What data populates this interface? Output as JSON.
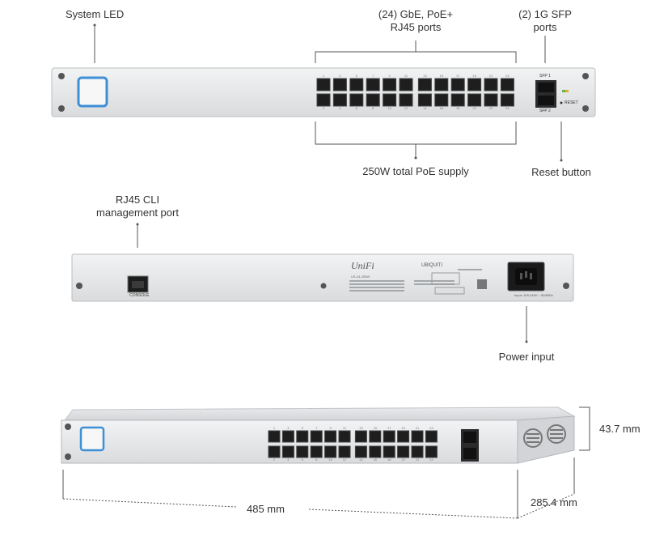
{
  "front_panel": {
    "labels": {
      "system_led": "System LED",
      "rj45_ports_line1": "(24) GbE, PoE+",
      "rj45_ports_line2": "RJ45 ports",
      "sfp_ports_line1": "(2) 1G SFP",
      "sfp_ports_line2": "ports",
      "poe_supply": "250W total PoE supply",
      "reset_button": "Reset button"
    },
    "port_numbers_top": [
      "1",
      "3",
      "5",
      "7",
      "9",
      "11",
      "13",
      "15",
      "17",
      "19",
      "21",
      "23"
    ],
    "port_numbers_bottom": [
      "2",
      "4",
      "6",
      "8",
      "10",
      "12",
      "14",
      "16",
      "18",
      "20",
      "22",
      "24"
    ],
    "sfp_top": "SFP 1",
    "sfp_bottom": "SFP 2",
    "reset_text": "RESET"
  },
  "back_panel": {
    "labels": {
      "console_line1": "RJ45 CLI",
      "console_line2": "management port",
      "power_input": "Power input"
    },
    "console_port_text": "CONSOLE",
    "brand": "UniFi",
    "vendor": "UBIQUITI",
    "model": "US-24-250W",
    "power_rating": "Input: 100-240V~, 50/60Hz"
  },
  "side_view": {
    "height": "43.7 mm",
    "width": "485 mm",
    "depth": "285.4 mm"
  }
}
